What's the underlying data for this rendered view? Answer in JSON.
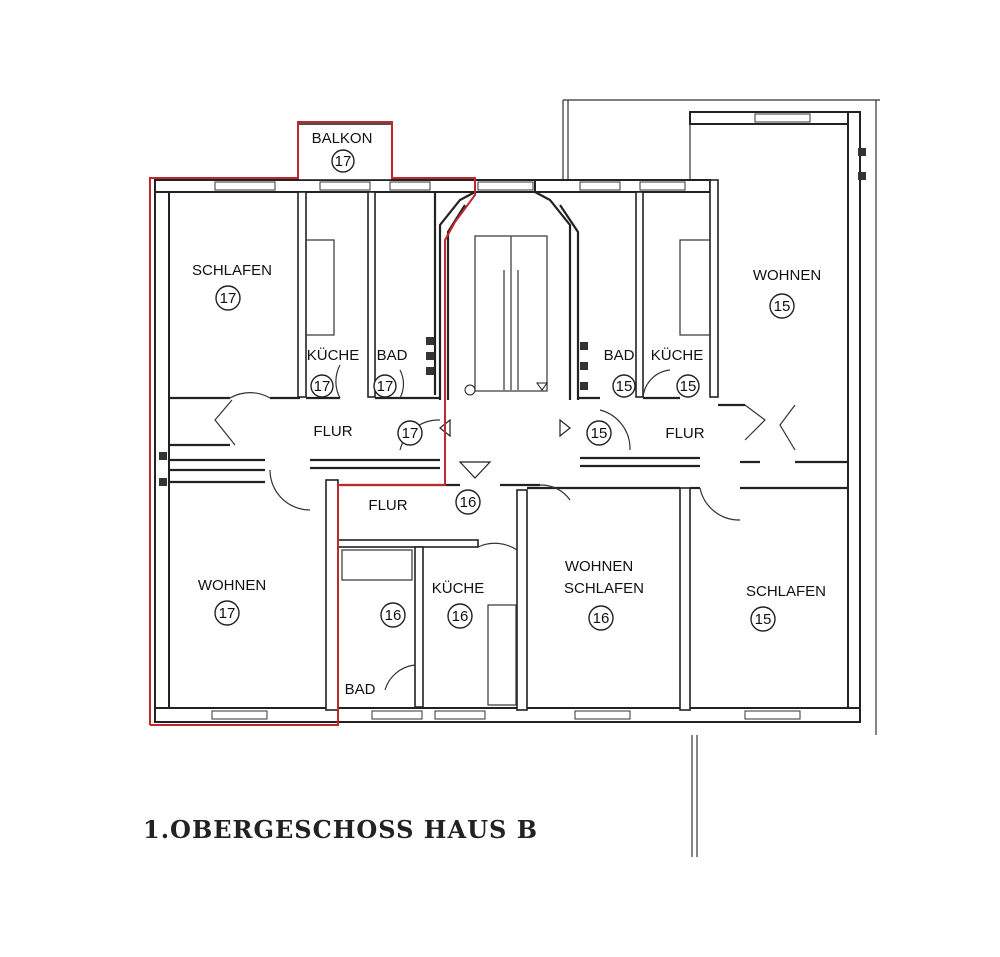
{
  "plan_title": "1.OBERGESCHOSS HAUS B",
  "rooms": [
    {
      "id": "balkon-17",
      "label": "BALKON",
      "number": "17"
    },
    {
      "id": "schlafen-17",
      "label": "SCHLAFEN",
      "number": "17"
    },
    {
      "id": "kueche-17",
      "label": "KÜCHE",
      "number": "17"
    },
    {
      "id": "bad-17",
      "label": "BAD",
      "number": "17"
    },
    {
      "id": "flur-17",
      "label": "FLUR",
      "number": "17"
    },
    {
      "id": "wohnen-17",
      "label": "WOHNEN",
      "number": "17"
    },
    {
      "id": "flur-16",
      "label": "FLUR",
      "number": "16"
    },
    {
      "id": "bad-16",
      "label": "BAD",
      "number": "16"
    },
    {
      "id": "kueche-16",
      "label": "KÜCHE",
      "number": "16"
    },
    {
      "id": "wohnen-schlafen-16",
      "label": "WOHNEN",
      "label2": "SCHLAFEN",
      "number": "16"
    },
    {
      "id": "bad-15",
      "label": "BAD",
      "number": "15"
    },
    {
      "id": "kueche-15",
      "label": "KÜCHE",
      "number": "15"
    },
    {
      "id": "flur-15",
      "label": "FLUR",
      "number": "15"
    },
    {
      "id": "wohnen-15",
      "label": "WOHNEN",
      "number": "15"
    },
    {
      "id": "schlafen-15",
      "label": "SCHLAFEN",
      "number": "15"
    }
  ],
  "colors": {
    "walls": "#222222",
    "highlight": "#c0292b",
    "background": "#ffffff"
  }
}
